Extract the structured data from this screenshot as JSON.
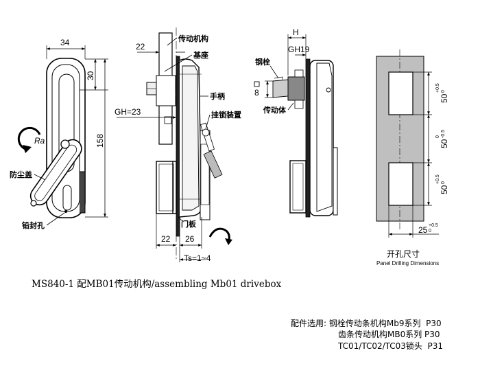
{
  "caption": "MS840-1 配MB01传动机构/assembling Mb01 drivebox",
  "accessories": {
    "line1": "配件选用: 钢栓传动条机构Mb9系列  P30",
    "line2": "齿条传动机构MB0系列 P30",
    "line3": "TC01/TC02/TC03锁头  P31"
  },
  "front_view": {
    "width_dim": "34",
    "top_dim": "30",
    "height_dim": "158",
    "rotation_label": "Ra",
    "label_dust_cover": "防尘盖",
    "label_seal_hole": "铅封孔"
  },
  "side_view": {
    "dim_22_top": "22",
    "dim_gh": "GH=23",
    "dim_22_bottom": "22",
    "dim_26": "26",
    "dim_ts": "Ts=1~4",
    "label_drive_mechanism": "传动机构",
    "label_base": "基座",
    "label_handle": "手柄",
    "label_hook_device": "挂锁装置",
    "label_door_panel": "门板"
  },
  "third_view": {
    "dim_h": "H",
    "dim_gh19": "GH19",
    "label_bolt": "钢栓",
    "dim_square": "8",
    "label_drive_body": "传动体"
  },
  "cutout": {
    "dim_50_top": "50",
    "tol_top_upper": "+0.5",
    "tol_top_lower": "0",
    "dim_50_mid": "50",
    "tol_mid_upper": "0",
    "tol_mid_lower": "-0.5",
    "dim_50_bottom": "50",
    "tol_bot_upper": "+0.5",
    "tol_bot_lower": "0",
    "dim_25": "25",
    "tol_25_upper": "+0.5",
    "tol_25_lower": "0",
    "title_cn": "开孔尺寸",
    "title_en": "Panel Drilling Dimensions"
  }
}
